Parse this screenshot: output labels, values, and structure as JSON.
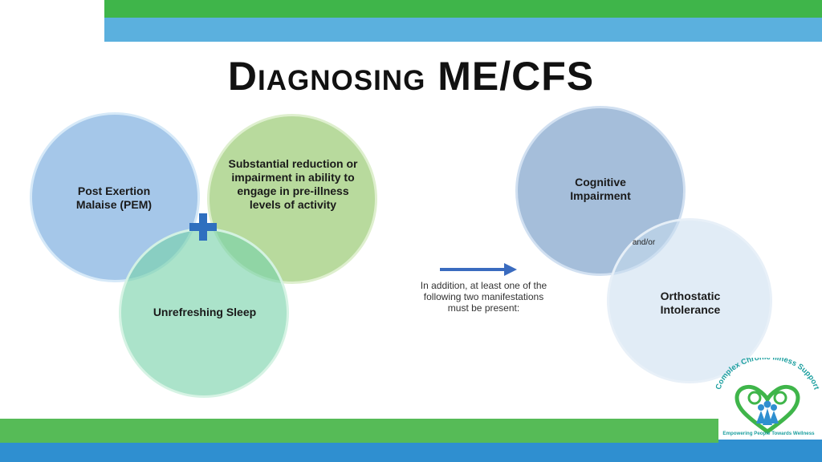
{
  "slide": {
    "title": "Diagnosing ME/CFS",
    "circles": {
      "pem": "Post Exertion Malaise (PEM)",
      "reduction": "Substantial reduction or impairment in ability to engage in pre-illness levels of activity",
      "sleep": "Unrefreshing Sleep",
      "cognitive": "Cognitive Impairment",
      "orthostatic": "Orthostatic Intolerance"
    },
    "and_or": "and/or",
    "addition_text": "In addition, at least one of the following two manifestations must be present:",
    "logo": {
      "arc_text": "Complex Chronic Illness Support",
      "tagline": "Empowering People Towards Wellness"
    }
  },
  "colors": {
    "green_band": "#3fb54a",
    "blue_band": "#5bb0de",
    "plus_sign": "#2f6fbf",
    "arrow": "#3a6bbf"
  },
  "icons": [
    "plus-icon",
    "right-arrow-icon",
    "heart-logo-icon"
  ]
}
